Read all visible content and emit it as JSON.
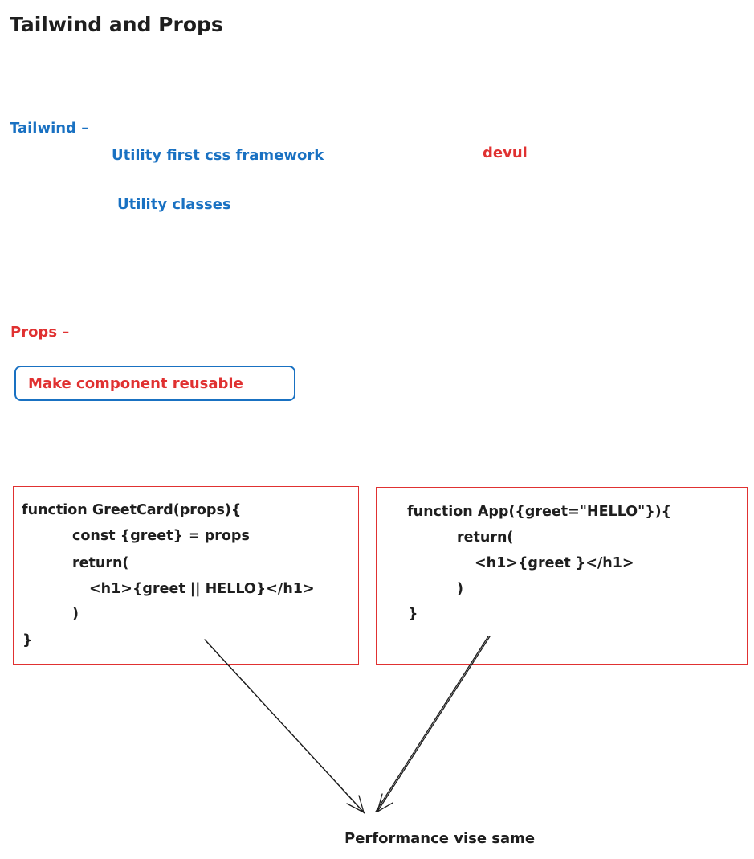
{
  "title": "Tailwind and Props",
  "tailwind": {
    "heading": "Tailwind –",
    "utility_first": "Utility first css framework",
    "devui": "devui",
    "utility_classes": "Utility classes"
  },
  "props": {
    "heading": "Props –",
    "reusable": "Make component reusable"
  },
  "code_left": [
    "function GreetCard(props){",
    "const {greet} = props",
    "return(",
    "<h1>{greet || HELLO}</h1>",
    ")",
    "}"
  ],
  "code_right": [
    "function App({greet=\"HELLO\"}){",
    "return(",
    "<h1>{greet }</h1>",
    ")",
    "}"
  ],
  "conclusion": "Performance vise same",
  "colors": {
    "blue": "#1971c2",
    "red": "#e03131",
    "dark": "#1e1e1e"
  }
}
